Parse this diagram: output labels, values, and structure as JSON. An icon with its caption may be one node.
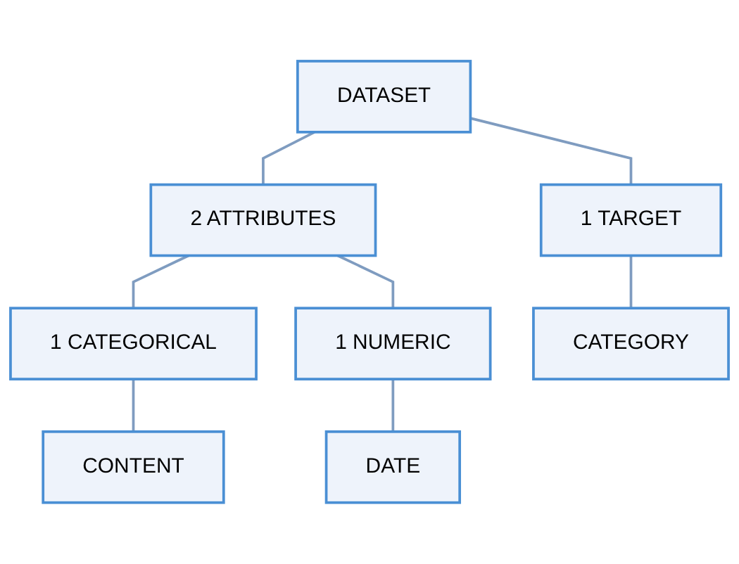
{
  "diagram": {
    "nodes": [
      {
        "text": [
          "DATASET"
        ]
      },
      {
        "text": [
          "2 ATTRIBUTES"
        ]
      },
      {
        "text": [
          "1 TARGET"
        ]
      },
      {
        "text": [
          "1 CATEGORICAL"
        ]
      },
      {
        "text": [
          "1 NUMERIC"
        ]
      },
      {
        "text": [
          "CATEGORY"
        ]
      },
      {
        "text": [
          "CONTENT"
        ]
      },
      {
        "text": [
          "DATE"
        ]
      }
    ],
    "edges": [
      {
        "from": 0,
        "to": 1,
        "arrow": "none"
      },
      {
        "from": 0,
        "to": 2,
        "arrow": "none"
      },
      {
        "from": 1,
        "to": 3,
        "arrow": "none"
      },
      {
        "from": 1,
        "to": 4,
        "arrow": "none"
      },
      {
        "from": 2,
        "to": 5,
        "arrow": "none"
      },
      {
        "from": 3,
        "to": 6,
        "arrow": "none"
      },
      {
        "from": 4,
        "to": 7,
        "arrow": "none"
      }
    ]
  }
}
